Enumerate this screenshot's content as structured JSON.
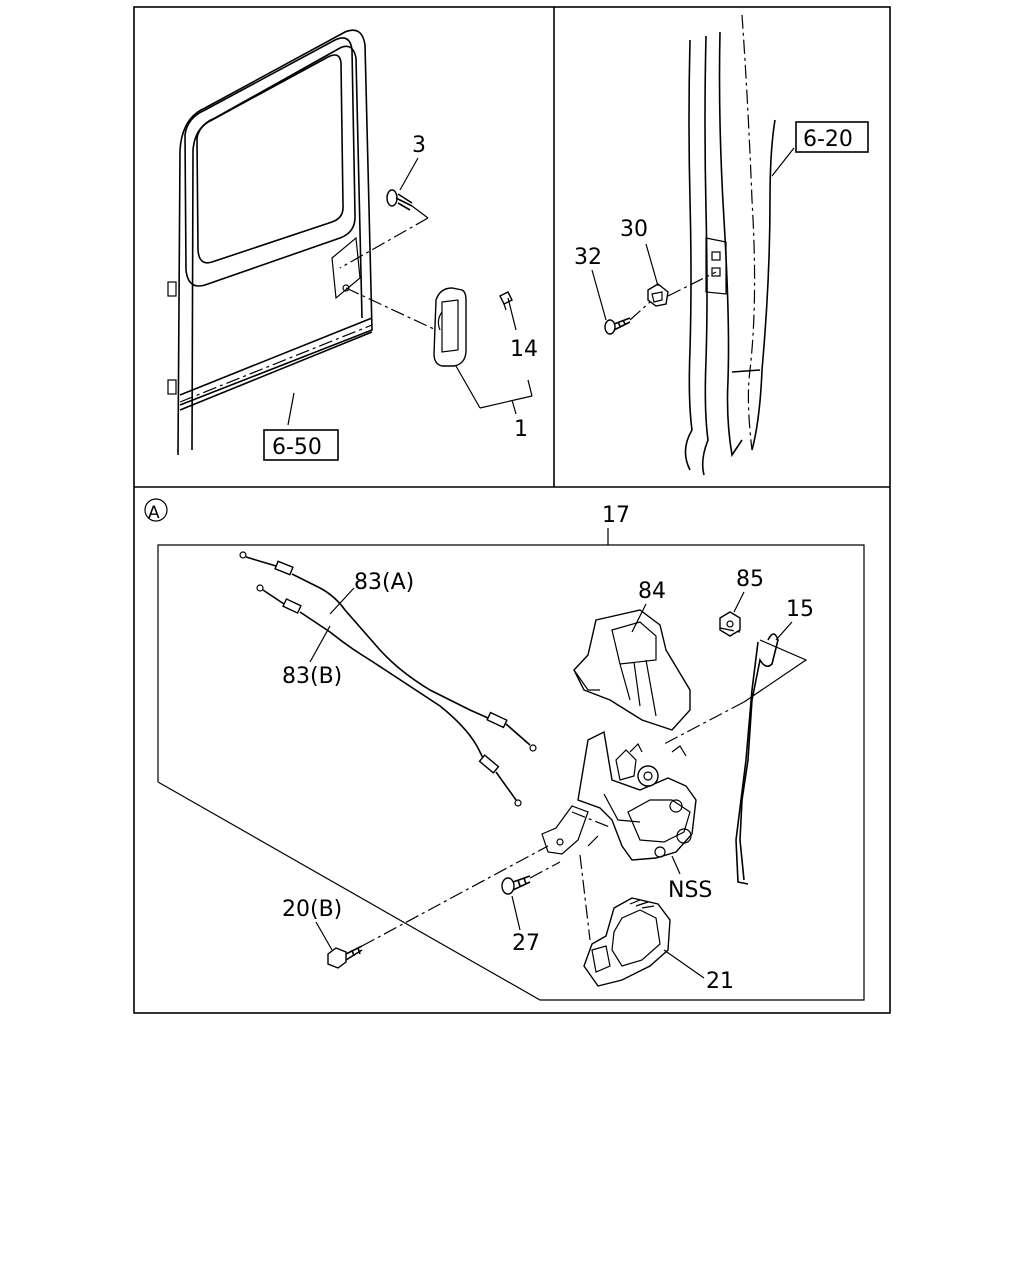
{
  "panels": {
    "top_left": {
      "labels": {
        "screw": "3",
        "clip": "14",
        "handle": "1",
        "ref_box": "6-50"
      }
    },
    "top_right": {
      "labels": {
        "bolt": "32",
        "striker": "30",
        "ref_box": "6-20"
      }
    },
    "bottom": {
      "section_marker": "A",
      "labels": {
        "assembly": "17",
        "cable_a": "83(A)",
        "cable_b": "83(B)",
        "cover": "84",
        "nut": "85",
        "rod": "15",
        "lock": "NSS",
        "bolt_b": "20(B)",
        "screw_27": "27",
        "actuator": "21"
      }
    }
  }
}
